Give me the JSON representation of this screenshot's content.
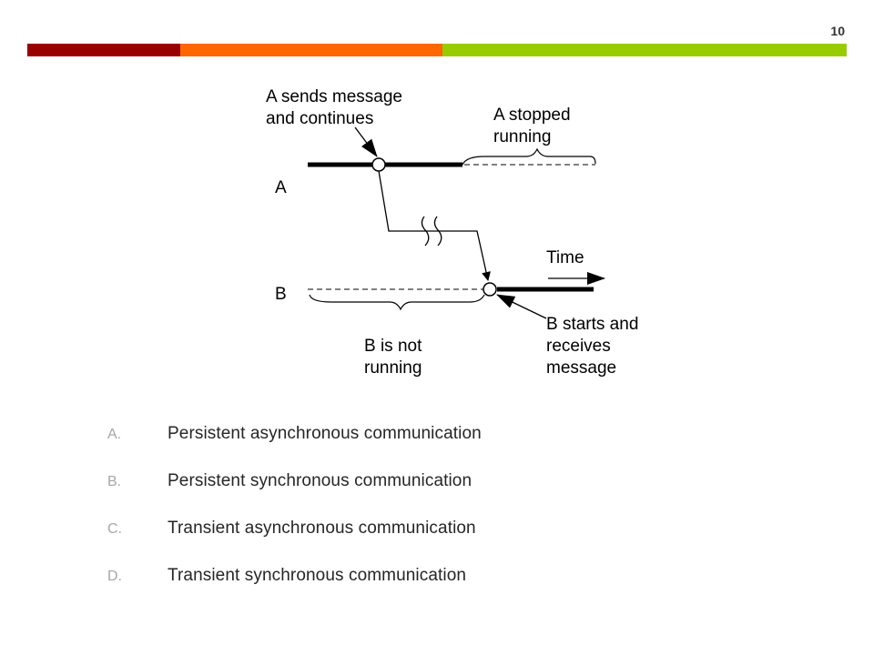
{
  "slide": {
    "page_number": "10",
    "accent_colors": [
      "#990000",
      "#ff6600",
      "#99cc00"
    ]
  },
  "diagram": {
    "label_a_sends": [
      "A sends message",
      "and continues"
    ],
    "label_a_stopped": [
      "A stopped",
      "running"
    ],
    "process_a": "A",
    "process_b": "B",
    "label_time": "Time",
    "label_b_not_running": [
      "B is not",
      "running"
    ],
    "label_b_starts": [
      "B starts and",
      "receives",
      "message"
    ]
  },
  "options": [
    {
      "letter": "A.",
      "text": "Persistent asynchronous communication"
    },
    {
      "letter": "B.",
      "text": "Persistent synchronous communication"
    },
    {
      "letter": "C.",
      "text": "Transient asynchronous communication"
    },
    {
      "letter": "D.",
      "text": "Transient synchronous communication"
    }
  ]
}
